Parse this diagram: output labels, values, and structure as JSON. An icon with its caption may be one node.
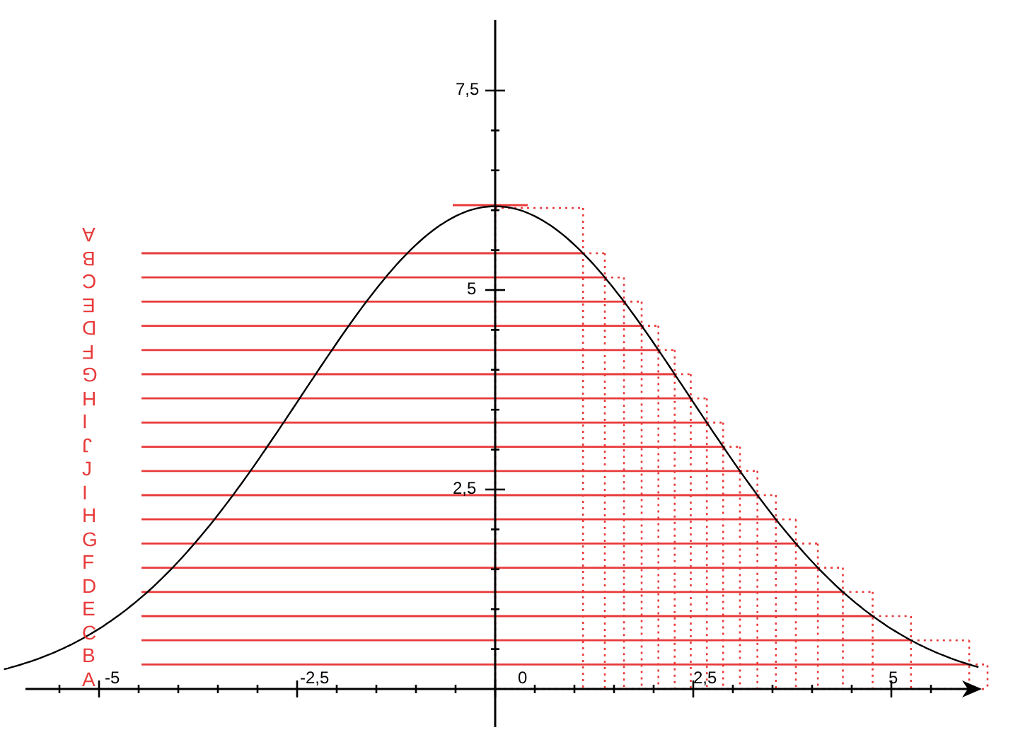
{
  "diagram": {
    "labels": [
      "A",
      "B",
      "C",
      "E",
      "D",
      "F",
      "G",
      "H",
      "I",
      "J",
      "J",
      "I",
      "H",
      "G",
      "F",
      "D",
      "E",
      "C",
      "B",
      "A",
      "7,5",
      "5",
      "2,5",
      "-5",
      "-2,5",
      "0",
      "2,5",
      "5"
    ]
  }
}
